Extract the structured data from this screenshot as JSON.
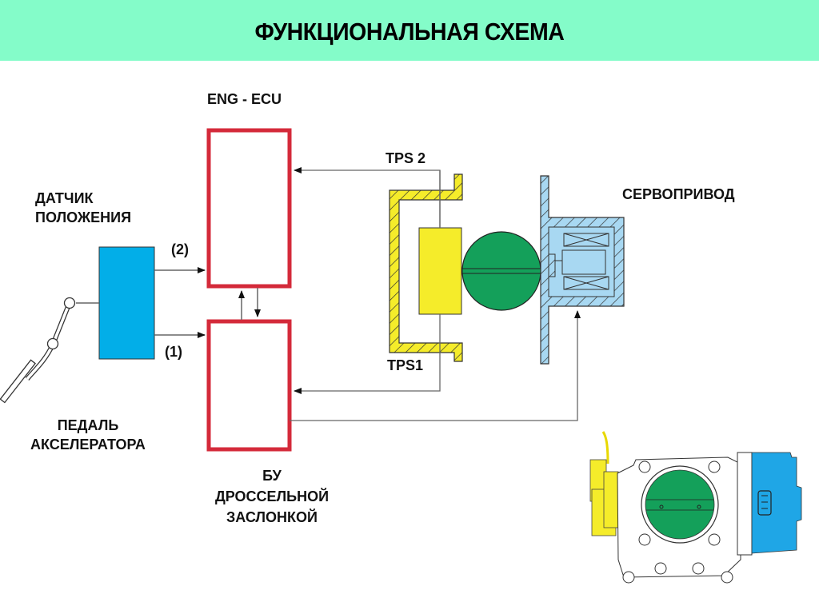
{
  "header": {
    "title": "ФУНКЦИОНАЛЬНАЯ СХЕМА",
    "bg_color": "#84fcc9"
  },
  "labels": {
    "eng_ecu": "ENG - ECU",
    "position_sensor": [
      "ДАТЧИК",
      "ПОЛОЖЕНИЯ"
    ],
    "signal_2": "(2)",
    "signal_1": "(1)",
    "accelerator_pedal": [
      "ПЕДАЛЬ",
      "АКСЕЛЕРАТОРА"
    ],
    "throttle_cu": [
      "БУ",
      "ДРОССЕЛЬНОЙ",
      "ЗАСЛОНКОЙ"
    ],
    "tps2": "TPS 2",
    "tps1": "TPS1",
    "servo": "СЕРВОПРИВОД"
  },
  "colors": {
    "ecu_border": "#d42a3a",
    "sensor_fill": "#02aee8",
    "tps_housing": "#f5ec2a",
    "throttle_plate": "#14a05a",
    "servo_fill": "#a8d8f2",
    "photo_blue": "#1fa6e6"
  }
}
